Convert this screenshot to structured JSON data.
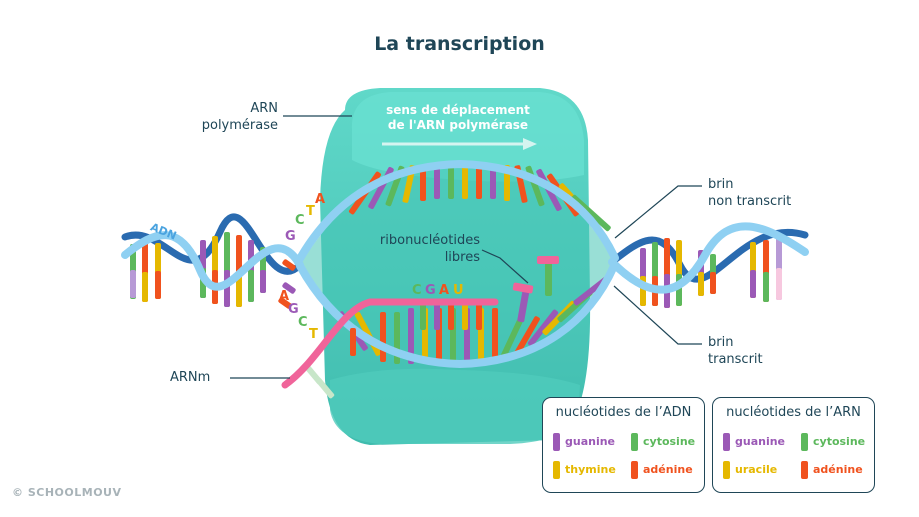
{
  "title": "La transcription",
  "labels": {
    "arn_polymerase_line1": "ARN",
    "arn_polymerase_line2": "polymérase",
    "direction_line1": "sens de déplacement",
    "direction_line2": "de l'ARN polymérase",
    "brin_non_transcrit_line1": "brin",
    "brin_non_transcrit_line2": "non transcrit",
    "brin_transcrit_line1": "brin",
    "brin_transcrit_line2": "transcrit",
    "ribonucleotides_line1": "ribonucléotides",
    "ribonucleotides_line2": "libres",
    "adn": "ADN",
    "arnm": "ARNm"
  },
  "sequences": {
    "top_bases": [
      "G",
      "C",
      "T",
      "A"
    ],
    "bottom_bases": [
      "A",
      "G",
      "C",
      "T"
    ],
    "rna_bases": [
      "C",
      "G",
      "A",
      "U"
    ]
  },
  "legend_adn": {
    "title": "nucléotides de l’ADN",
    "items": [
      {
        "label": "guanine",
        "color": "#9b59b6"
      },
      {
        "label": "cytosine",
        "color": "#5cb85c"
      },
      {
        "label": "thymine",
        "color": "#e5b800"
      },
      {
        "label": "adénine",
        "color": "#f0521e"
      }
    ]
  },
  "legend_arn": {
    "title": "nucléotides de l’ARN",
    "items": [
      {
        "label": "guanine",
        "color": "#9b59b6"
      },
      {
        "label": "cytosine",
        "color": "#5cb85c"
      },
      {
        "label": "uracile",
        "color": "#e5b800"
      },
      {
        "label": "adénine",
        "color": "#f0521e"
      }
    ]
  },
  "colors": {
    "polymerase": "#5ad1c3",
    "dna_light": "#7cc3ee",
    "dna_dark": "#2a6bb0",
    "rna": "#f0649a",
    "text": "#1f4657"
  },
  "copyright": "SCHOOLMOUV"
}
